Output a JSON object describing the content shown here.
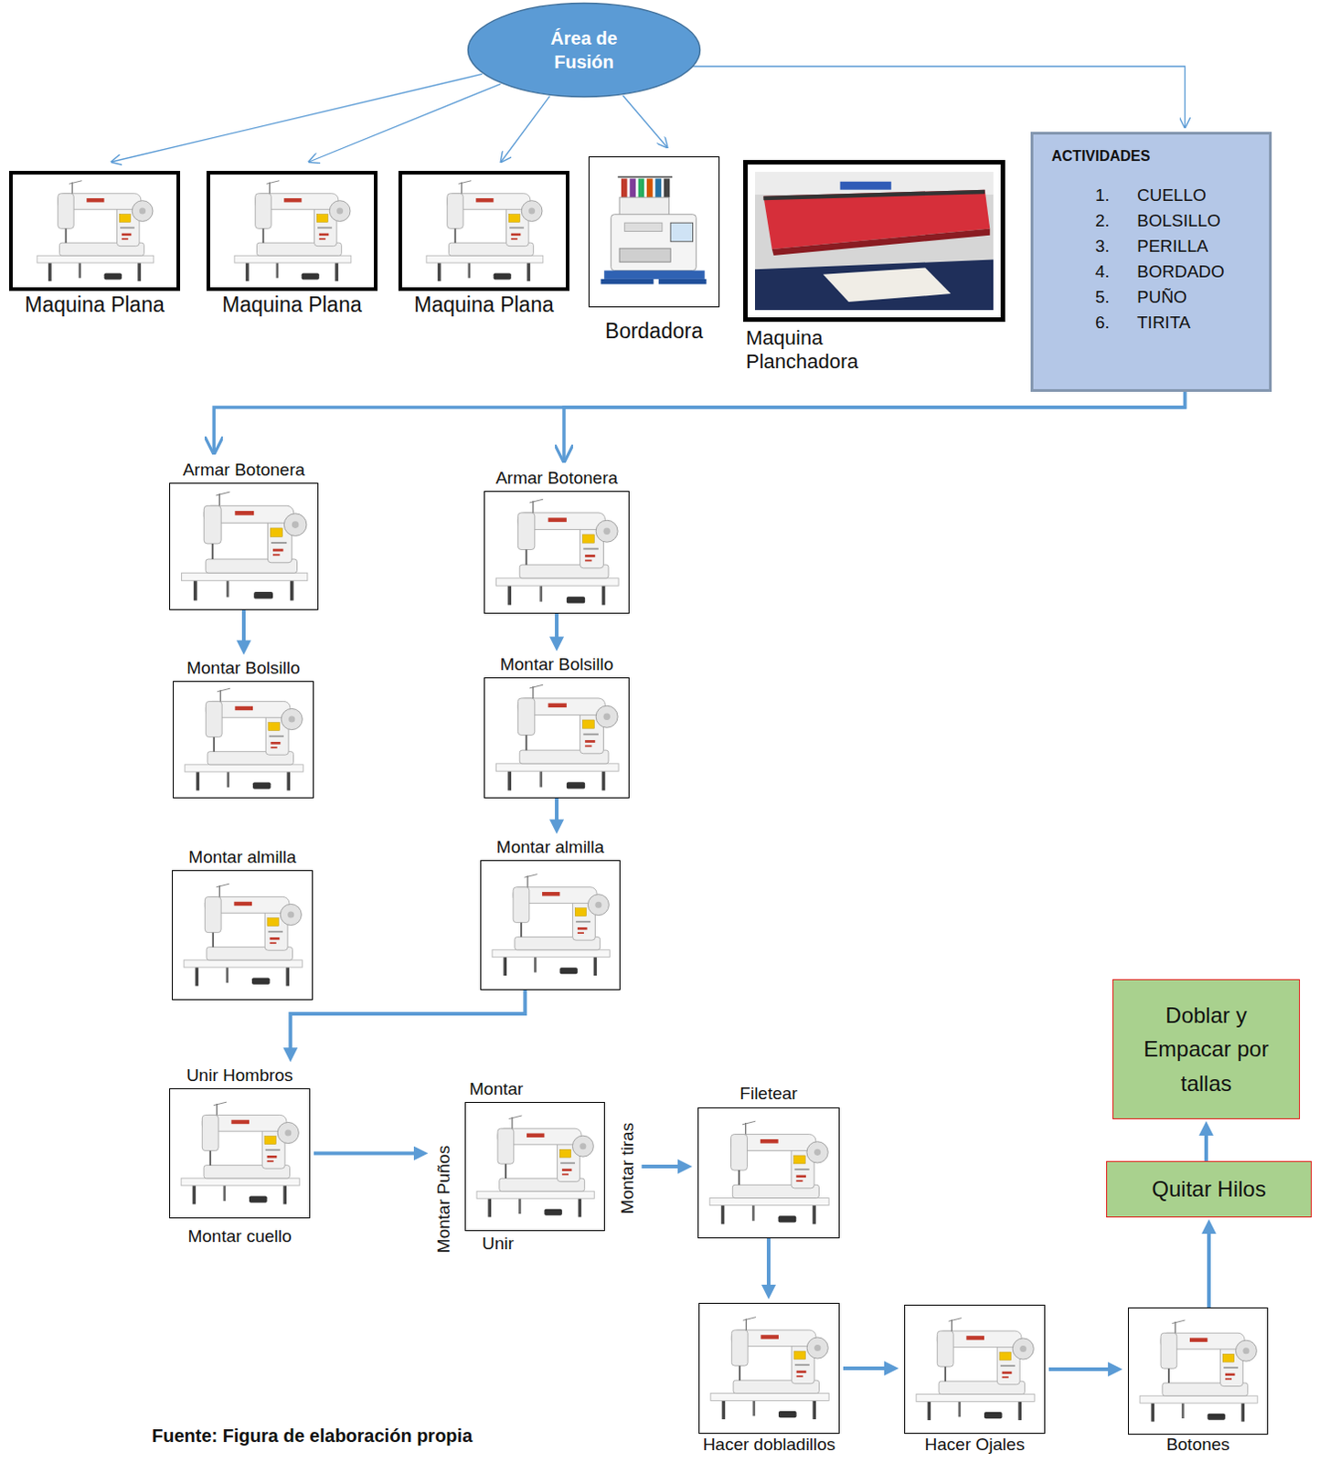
{
  "diagram": {
    "caption": "Fuente: Figura de elaboración propia",
    "nodes": [
      {
        "text": [
          "Área de Fusión"
        ]
      },
      {
        "text": [
          "Maquina Plana"
        ]
      },
      {
        "text": [
          "Maquina Plana"
        ]
      },
      {
        "text": [
          "Maquina Plana"
        ]
      },
      {
        "text": [
          "Bordadora"
        ]
      },
      {
        "text": [
          "Maquina Planchadora"
        ]
      },
      {
        "text": [
          "ACTIVIDADES",
          "1.",
          "CUELLO",
          "2.",
          "BOLSILLO",
          "3.",
          "PERILLA",
          "4.",
          "BORDADO",
          "5.",
          "PUÑO",
          "6.",
          "TIRITA"
        ]
      },
      {
        "text": [
          "Armar Botonera"
        ]
      },
      {
        "text": [
          "Armar Botonera"
        ]
      },
      {
        "text": [
          "Montar Bolsillo"
        ]
      },
      {
        "text": [
          "Montar Bolsillo"
        ]
      },
      {
        "text": [
          "Montar almilla"
        ]
      },
      {
        "text": [
          "Montar almilla"
        ]
      },
      {
        "text": [
          "Unir Hombros",
          "Montar cuello"
        ]
      },
      {
        "text": [
          "Montar",
          "Montar Puños",
          "Unir",
          "Montar tiras"
        ]
      },
      {
        "text": [
          "Filetear"
        ]
      },
      {
        "text": [
          "Hacer dobladillos"
        ]
      },
      {
        "text": [
          "Hacer Ojales"
        ]
      },
      {
        "text": [
          "Botones"
        ]
      },
      {
        "text": [
          "Quitar Hilos"
        ]
      },
      {
        "text": [
          "Doblar y Empacar por tallas"
        ]
      }
    ],
    "edges": [
      {
        "from": 0,
        "to": 1,
        "arrow": "to"
      },
      {
        "from": 0,
        "to": 2,
        "arrow": "to"
      },
      {
        "from": 0,
        "to": 3,
        "arrow": "to"
      },
      {
        "from": 0,
        "to": 4,
        "arrow": "to"
      },
      {
        "from": 0,
        "to": 6,
        "arrow": "to"
      },
      {
        "from": 6,
        "to": 7,
        "arrow": "to"
      },
      {
        "from": 6,
        "to": 8,
        "arrow": "to"
      },
      {
        "from": 7,
        "to": 9,
        "arrow": "to"
      },
      {
        "from": 8,
        "to": 10,
        "arrow": "to"
      },
      {
        "from": 10,
        "to": 12,
        "arrow": "to"
      },
      {
        "from": 12,
        "to": 13,
        "arrow": "to"
      },
      {
        "from": 13,
        "to": 14,
        "arrow": "to"
      },
      {
        "from": 14,
        "to": 15,
        "arrow": "to"
      },
      {
        "from": 15,
        "to": 16,
        "arrow": "to"
      },
      {
        "from": 16,
        "to": 17,
        "arrow": "to"
      },
      {
        "from": 17,
        "to": 18,
        "arrow": "to"
      },
      {
        "from": 18,
        "to": 19,
        "arrow": "to"
      },
      {
        "from": 19,
        "to": 20,
        "arrow": "to"
      }
    ]
  }
}
